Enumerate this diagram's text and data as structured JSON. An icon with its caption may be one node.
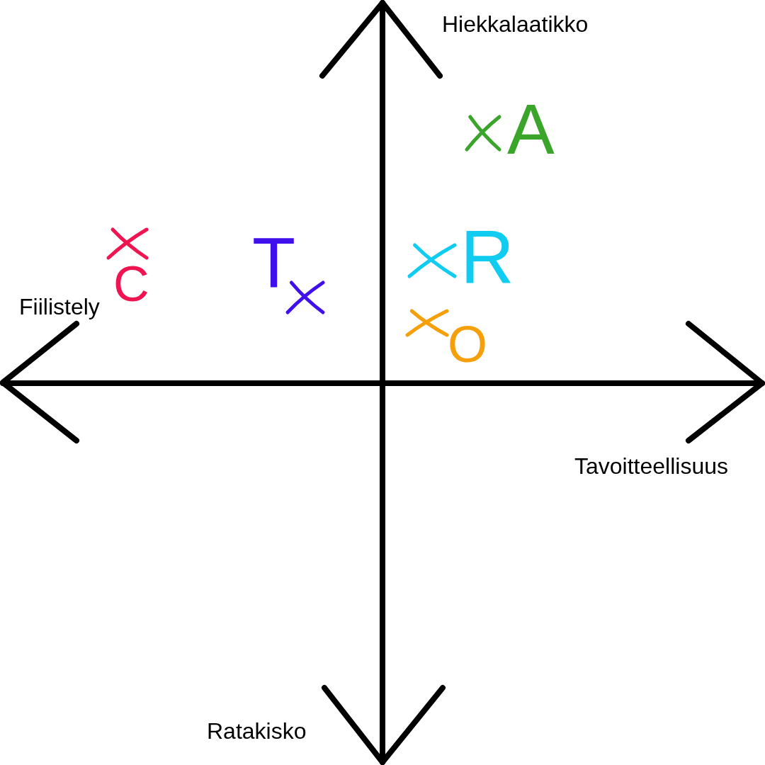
{
  "diagram": {
    "labels": [
      "Hiekkalaatikko",
      "A",
      "C",
      "T",
      "R",
      "Fiilistely",
      "O",
      "Tavoitteellisuus",
      "Ratakisko"
    ]
  }
}
